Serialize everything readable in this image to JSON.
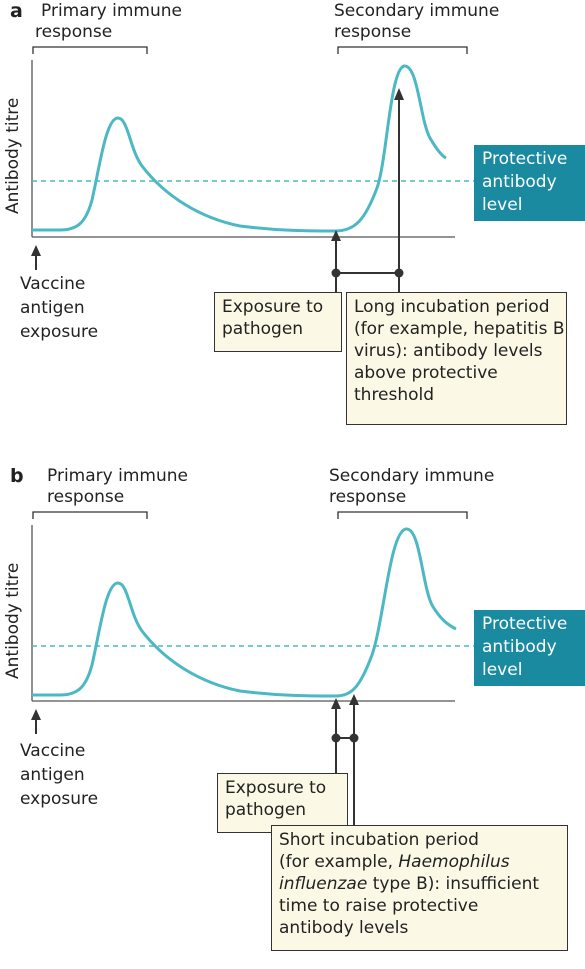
{
  "colors": {
    "curve": "#4bb8c4",
    "protective_box": "#1a8aa0",
    "note_bg": "#fcf8e6",
    "ink": "#222222"
  },
  "panel_a": {
    "letter": "a",
    "primary_label": [
      "Primary immune",
      "response"
    ],
    "secondary_label": [
      "Secondary immune",
      "response"
    ],
    "y_axis": "Antibody titre",
    "protective": [
      "Protective",
      "antibody",
      "level"
    ],
    "vaccine": [
      "Vaccine",
      "antigen",
      "exposure"
    ],
    "exposure": [
      "Exposure to",
      "pathogen"
    ],
    "incubation": [
      "Long incubation period",
      "(for example, hepatitis B",
      "virus): antibody levels",
      "above protective",
      "threshold"
    ]
  },
  "panel_b": {
    "letter": "b",
    "primary_label": [
      "Primary immune",
      "response"
    ],
    "secondary_label": [
      "Secondary immune",
      "response"
    ],
    "y_axis": "Antibody titre",
    "protective": [
      "Protective",
      "antibody",
      "level"
    ],
    "vaccine": [
      "Vaccine",
      "antigen",
      "exposure"
    ],
    "exposure": [
      "Exposure to",
      "pathogen"
    ],
    "incubation_1": "Short incubation period",
    "incubation_2a": "(for example, ",
    "incubation_2b": "Haemophilus",
    "incubation_3a": "influenzae",
    "incubation_3b": " type B): insufficient",
    "incubation_4": "time to raise protective",
    "incubation_5": "antibody levels"
  }
}
